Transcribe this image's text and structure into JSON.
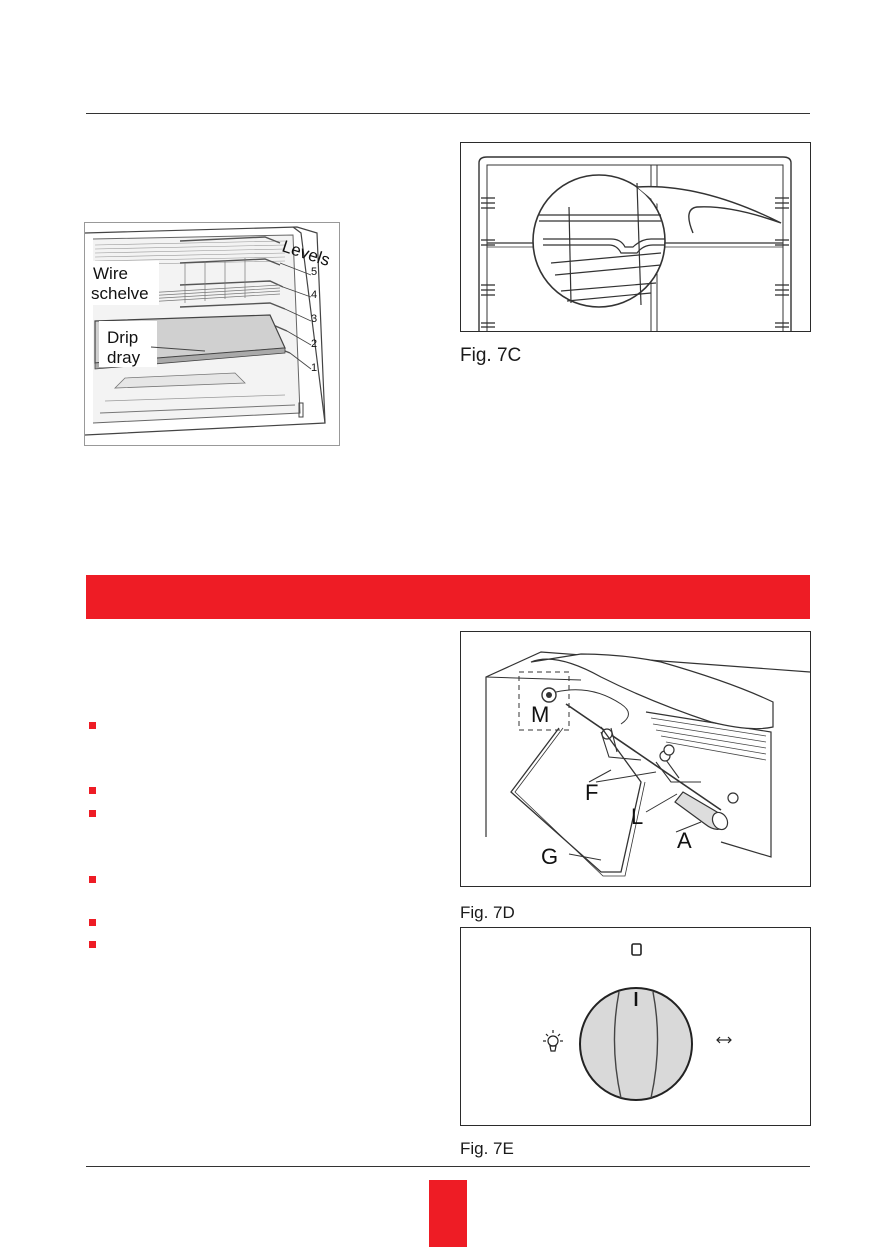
{
  "fig_shelves": {
    "wire_label_1": "Wire",
    "wire_label_2": "schelve",
    "drip_label_1": "Drip",
    "drip_label_2": "dray",
    "levels_label": "Levels",
    "levels": [
      "5",
      "4",
      "3",
      "2",
      "1"
    ]
  },
  "fig_7c": {
    "caption": "Fig. 7C"
  },
  "fig_7d": {
    "caption": "Fig. 7D",
    "labels": {
      "m": "M",
      "f": "F",
      "l": "L",
      "a": "A",
      "g": "G"
    }
  },
  "fig_7e": {
    "caption": "Fig. 7E"
  },
  "colors": {
    "accent": "#ee1c25",
    "line": "#2b2b2b",
    "knob": "#d9d9d9"
  },
  "icons": [
    "lamp-icon",
    "rotisserie-icon",
    "off-position-icon"
  ]
}
